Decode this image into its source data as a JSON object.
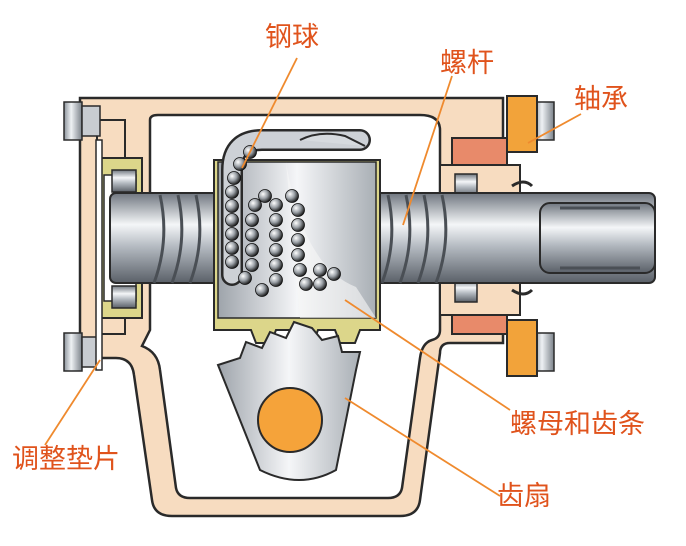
{
  "labels": {
    "steel_ball": "钢球",
    "screw": "螺杆",
    "bearing": "轴承",
    "shim": "调整垫片",
    "nut_rack": "螺母和齿条",
    "sector_gear": "齿扇"
  },
  "colors": {
    "label_text": "#e0531c",
    "leader_line": "#ef8a2e",
    "housing": "#f7dcc0",
    "outline": "#2a2a2a",
    "steel": "#9aa1aa",
    "seal": "#e88a6a",
    "bearing_ring": "#f2a33a",
    "shim_yellow": "#dcd68a",
    "sector_hub": "#f5a33a"
  }
}
